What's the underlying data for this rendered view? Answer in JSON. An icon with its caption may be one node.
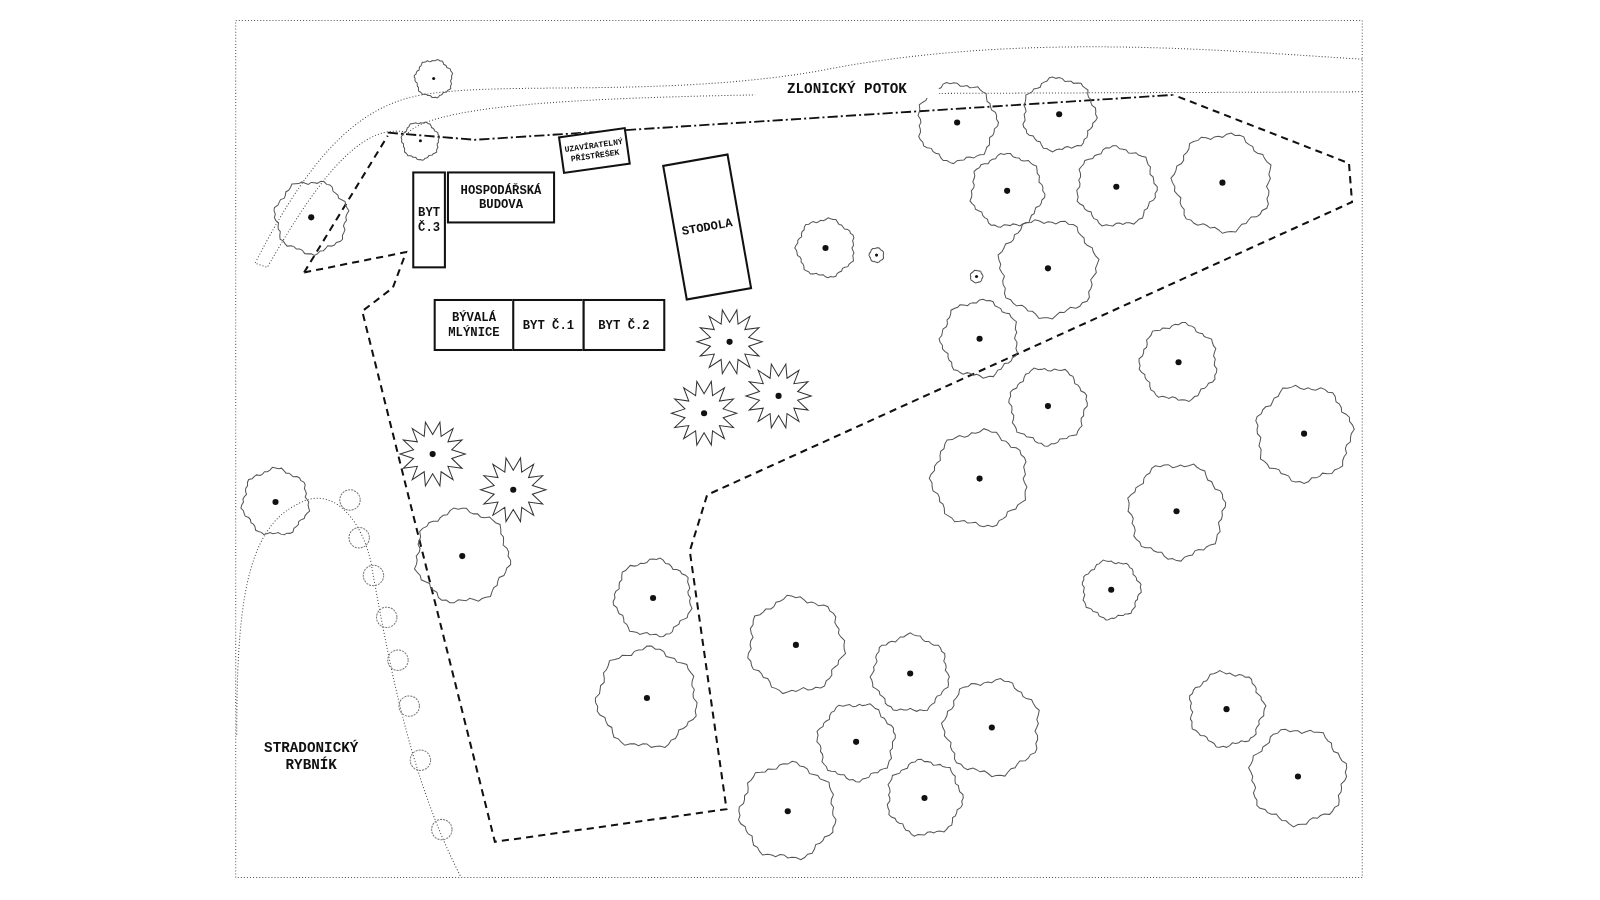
{
  "diagram": {
    "nodes": [
      {
        "text": [
          "HOSPODÁŘSKÁ BUDOVA"
        ]
      },
      {
        "text": [
          "BYT Č.3"
        ]
      },
      {
        "text": [
          "UZAVÍRATELNÝ PŘÍSTŘEŠEK"
        ]
      },
      {
        "text": [
          "STODOLA"
        ]
      },
      {
        "text": [
          "BÝVALÁ MLÝNICE"
        ]
      },
      {
        "text": [
          "BYT Č.1"
        ]
      },
      {
        "text": [
          "BYT Č.2"
        ]
      }
    ],
    "labels": [
      "ZLONICKÝ POTOK",
      "STRADONICKÝ RYBNÍK"
    ]
  }
}
